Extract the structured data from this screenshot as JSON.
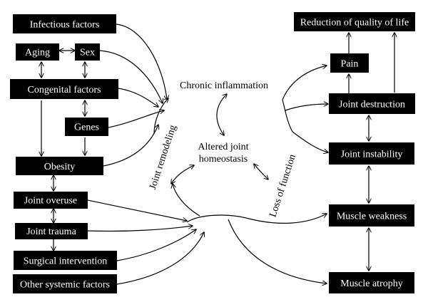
{
  "nodes": {
    "infectious": "Infectious factors",
    "aging": "Aging",
    "sex": "Sex",
    "congenital": "Congenital factors",
    "genes": "Genes",
    "obesity": "Obesity",
    "overuse": "Joint overuse",
    "trauma": "Joint trauma",
    "surgical": "Surgical intervention",
    "systemic": "Other systemic factors",
    "reduction": "Reduction of quality of life",
    "pain": "Pain",
    "destruction": "Joint destruction",
    "instability": "Joint instability",
    "weakness": "Muscle weakness",
    "atrophy": "Muscle atrophy"
  },
  "labels": {
    "chronic": "Chronic inflammation",
    "altered_1": "Altered joint",
    "altered_2": "homeostasis",
    "remodeling": "Joint remodeling",
    "loss": "Loss of function"
  }
}
